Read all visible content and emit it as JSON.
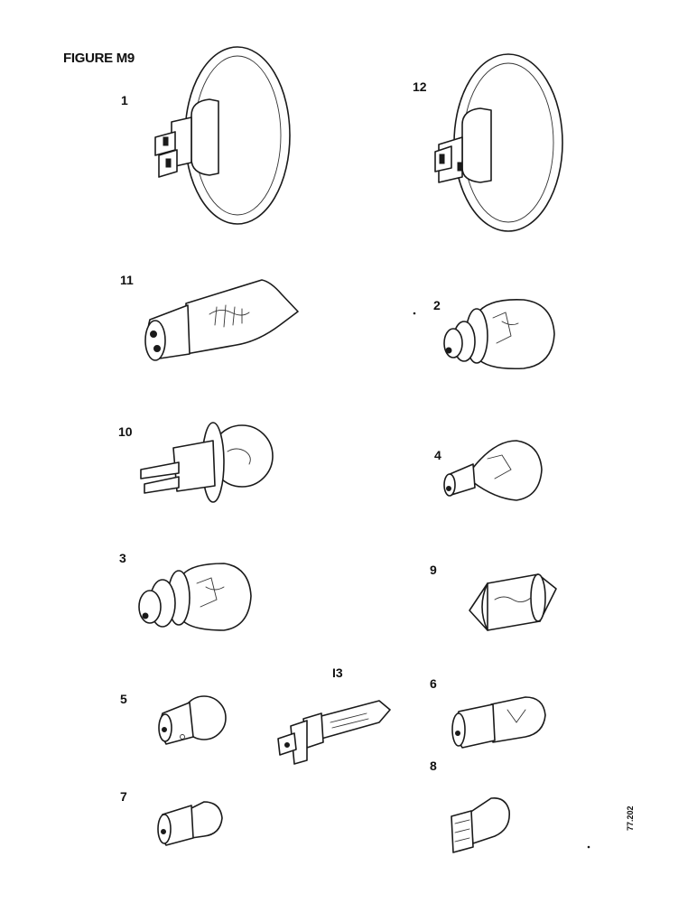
{
  "figure": {
    "title": "FIGURE M9",
    "reference": "77.202"
  },
  "labels": {
    "n1": "1",
    "n2": "2",
    "n3": "3",
    "n4": "4",
    "n5": "5",
    "n6": "6",
    "n7": "7",
    "n8": "8",
    "n9": "9",
    "n10": "10",
    "n11": "11",
    "n12": "12",
    "n13": "I3"
  }
}
